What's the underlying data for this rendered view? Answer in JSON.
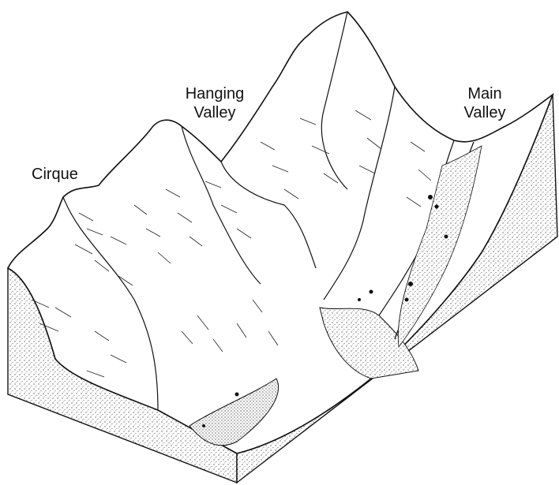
{
  "diagram": {
    "labels": {
      "cirque": "Cirque",
      "hanging_valley_line1": "Hanging",
      "hanging_valley_line2": "Valley",
      "main_valley_line1": "Main",
      "main_valley_line2": "Valley"
    },
    "colors": {
      "ink": "#111111",
      "paper": "#ffffff"
    }
  }
}
